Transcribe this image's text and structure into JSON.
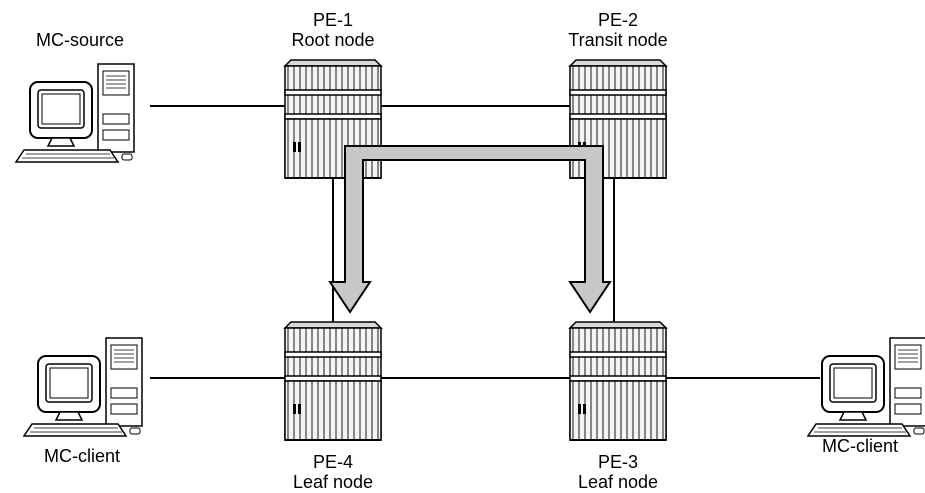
{
  "colors": {
    "line": "#000000",
    "router_body": "#f2f2f2",
    "router_top": "#d9d9d9",
    "path_fill": "#c8c8c8",
    "computer_fill": "#ffffff"
  },
  "nodes": {
    "pe1": {
      "name": "PE-1",
      "role": "Root node",
      "icon": "router-icon"
    },
    "pe2": {
      "name": "PE-2",
      "role": "Transit node",
      "icon": "router-icon"
    },
    "pe3": {
      "name": "PE-3",
      "role": "Leaf node",
      "icon": "router-icon"
    },
    "pe4": {
      "name": "PE-4",
      "role": "Leaf node",
      "icon": "router-icon"
    }
  },
  "hosts": {
    "source": {
      "label": "MC-source",
      "icon": "desktop-computer-icon"
    },
    "client_left": {
      "label": "MC-client",
      "icon": "desktop-computer-icon"
    },
    "client_right": {
      "label": "MC-client",
      "icon": "desktop-computer-icon"
    }
  },
  "multicast_tree": {
    "root": "PE-1",
    "leaves": [
      "PE-4",
      "PE-3"
    ],
    "via": "PE-2",
    "icon": "multicast-path-arrow-icon"
  }
}
